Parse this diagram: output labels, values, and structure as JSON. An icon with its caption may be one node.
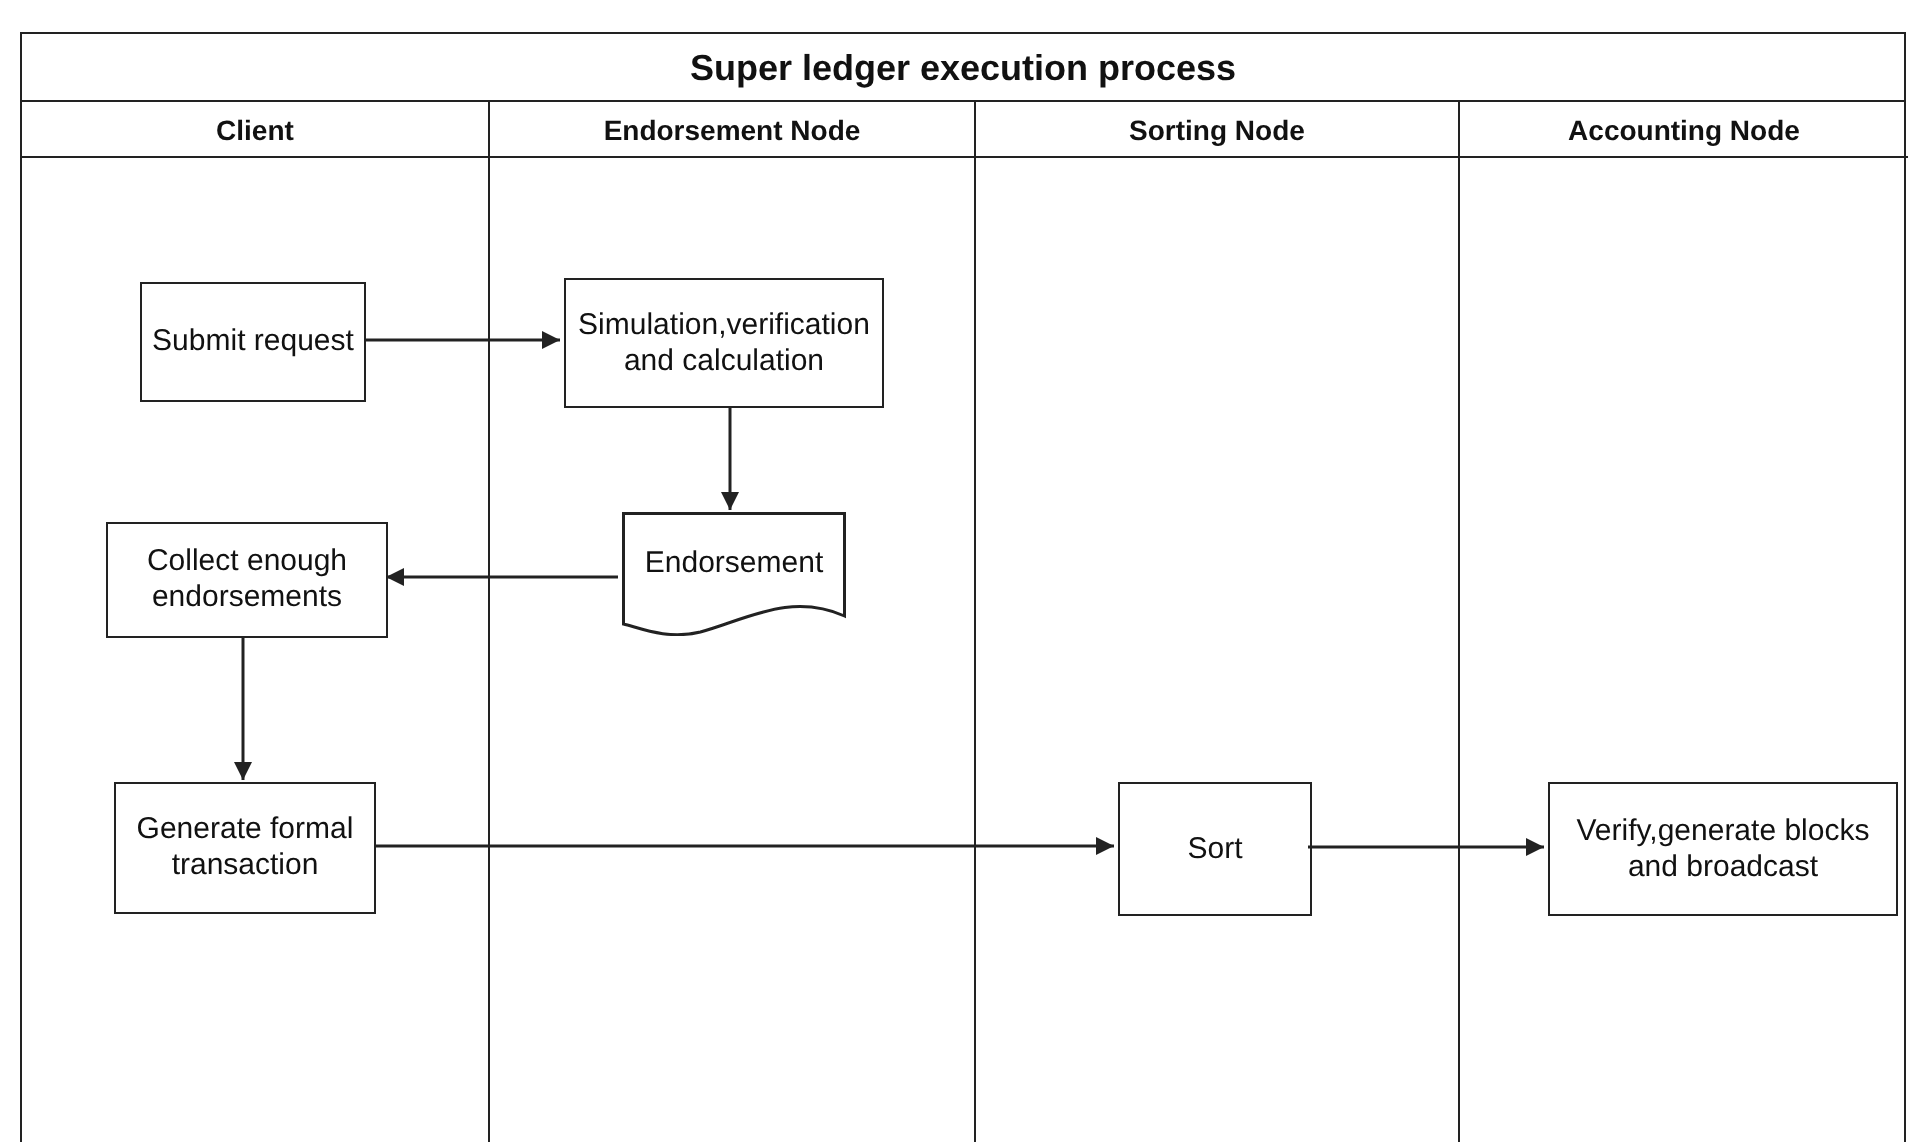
{
  "diagram": {
    "title": "Super ledger execution process",
    "nodes": [
      {
        "text": [
          "Client"
        ]
      },
      {
        "text": [
          "Endorsement Node"
        ]
      },
      {
        "text": [
          "Sorting Node"
        ]
      },
      {
        "text": [
          "Accounting Node"
        ]
      },
      {
        "text": [
          "Submit request"
        ],
        "in": 0
      },
      {
        "text": [
          "Simulation,verification and calculation"
        ],
        "in": 1
      },
      {
        "text": [
          "Endorsement"
        ],
        "in": 1
      },
      {
        "text": [
          "Collect enough endorsements"
        ],
        "in": 0
      },
      {
        "text": [
          "Generate formal transaction"
        ],
        "in": 0
      },
      {
        "text": [
          "Sort"
        ],
        "in": 2
      },
      {
        "text": [
          "Verify,generate blocks and broadcast"
        ],
        "in": 3
      }
    ],
    "edges": [
      {
        "from": 4,
        "to": 5,
        "arrow": "to"
      },
      {
        "from": 5,
        "to": 6,
        "arrow": "to"
      },
      {
        "from": 6,
        "to": 7,
        "arrow": "to"
      },
      {
        "from": 7,
        "to": 8,
        "arrow": "to"
      },
      {
        "from": 8,
        "to": 9,
        "arrow": "to"
      },
      {
        "from": 9,
        "to": 10,
        "arrow": "to"
      }
    ]
  }
}
